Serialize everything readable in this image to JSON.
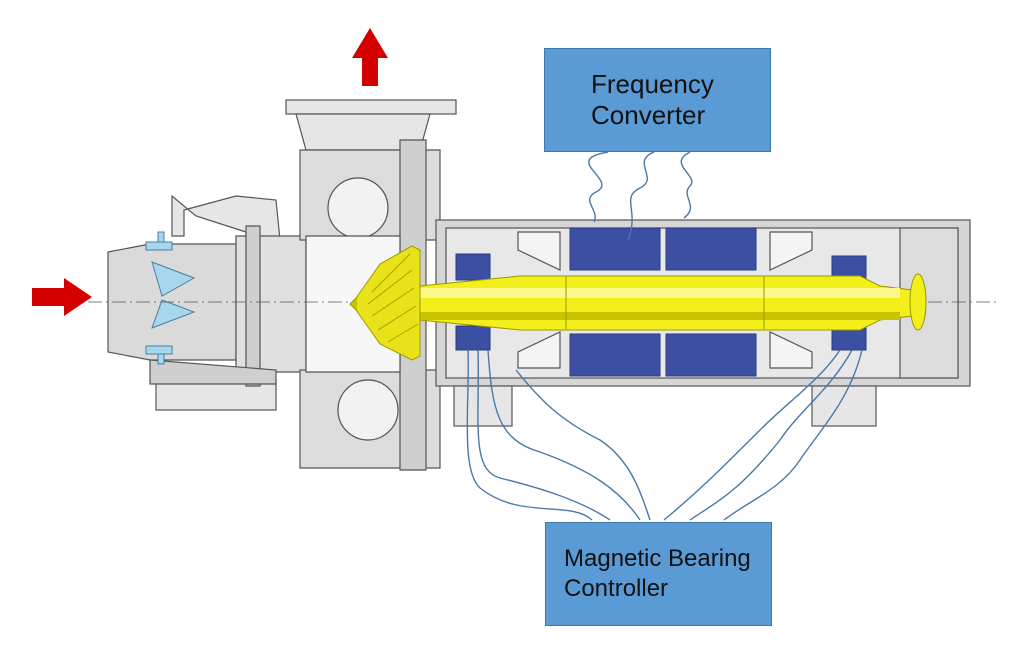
{
  "labels": {
    "frequency_converter": [
      "Frequency",
      "Converter"
    ],
    "magnetic_bearing_controller": [
      "Magnetic Bearing",
      "Controller"
    ]
  },
  "colors": {
    "flow_arrow": "#d40000",
    "controller_box": "#5b9bd5",
    "rotor": "#f2ef1a",
    "rotor_shade": "#c9c400",
    "magnet": "#3b4fa3",
    "housing": "#cfcfcf",
    "housing_light": "#e6e6e6",
    "inlet_part": "#a6d7ec",
    "cable": "#4a78a8"
  },
  "icons": [
    "inlet-flow-arrow-icon",
    "outlet-flow-arrow-icon"
  ]
}
